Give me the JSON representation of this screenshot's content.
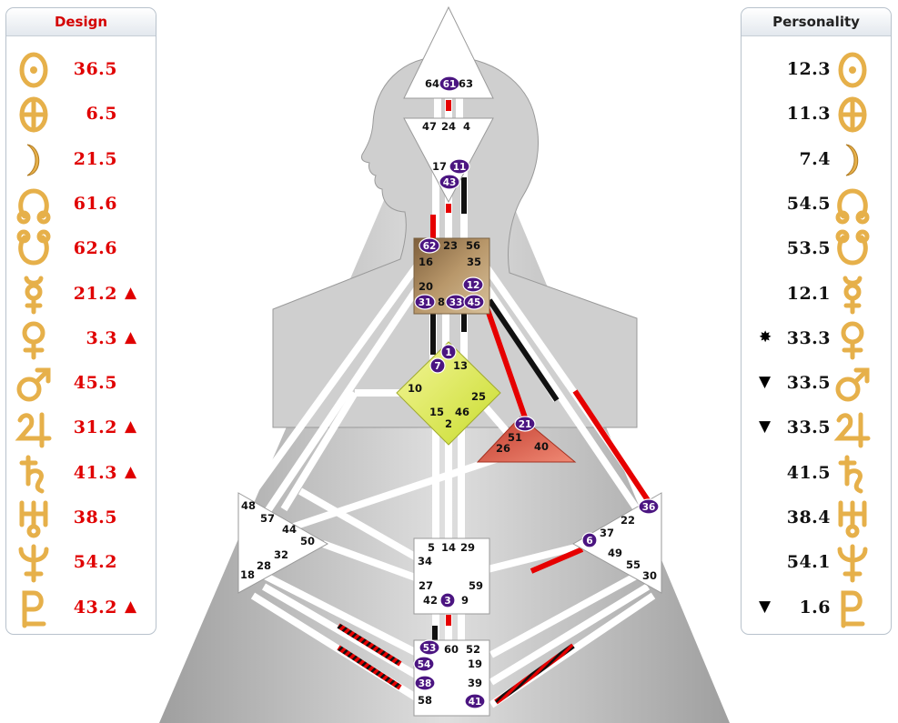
{
  "design": {
    "title": "Design",
    "rows": [
      {
        "planet": "sun-icon",
        "value": "36.5",
        "mark": ""
      },
      {
        "planet": "earth-icon",
        "value": "6.5",
        "mark": ""
      },
      {
        "planet": "moon-icon",
        "value": "21.5",
        "mark": ""
      },
      {
        "planet": "north-node-icon",
        "value": "61.6",
        "mark": ""
      },
      {
        "planet": "south-node-icon",
        "value": "62.6",
        "mark": ""
      },
      {
        "planet": "mercury-icon",
        "value": "21.2",
        "mark": "▲"
      },
      {
        "planet": "venus-icon",
        "value": "3.3",
        "mark": "▲"
      },
      {
        "planet": "mars-icon",
        "value": "45.5",
        "mark": ""
      },
      {
        "planet": "jupiter-icon",
        "value": "31.2",
        "mark": "▲"
      },
      {
        "planet": "saturn-icon",
        "value": "41.3",
        "mark": "▲"
      },
      {
        "planet": "uranus-icon",
        "value": "38.5",
        "mark": ""
      },
      {
        "planet": "neptune-icon",
        "value": "54.2",
        "mark": ""
      },
      {
        "planet": "pluto-icon",
        "value": "43.2",
        "mark": "▲"
      }
    ]
  },
  "personality": {
    "title": "Personality",
    "rows": [
      {
        "planet": "sun-icon",
        "value": "12.3",
        "mark": ""
      },
      {
        "planet": "earth-icon",
        "value": "11.3",
        "mark": ""
      },
      {
        "planet": "moon-icon",
        "value": "7.4",
        "mark": ""
      },
      {
        "planet": "north-node-icon",
        "value": "54.5",
        "mark": ""
      },
      {
        "planet": "south-node-icon",
        "value": "53.5",
        "mark": ""
      },
      {
        "planet": "mercury-icon",
        "value": "12.1",
        "mark": ""
      },
      {
        "planet": "venus-icon",
        "value": "33.3",
        "mark": "✸"
      },
      {
        "planet": "mars-icon",
        "value": "33.5",
        "mark": "▼"
      },
      {
        "planet": "jupiter-icon",
        "value": "33.5",
        "mark": "▼"
      },
      {
        "planet": "saturn-icon",
        "value": "41.5",
        "mark": ""
      },
      {
        "planet": "uranus-icon",
        "value": "38.4",
        "mark": ""
      },
      {
        "planet": "neptune-icon",
        "value": "54.1",
        "mark": ""
      },
      {
        "planet": "pluto-icon",
        "value": "1.6",
        "mark": "▼"
      }
    ]
  },
  "chart": {
    "gates": [
      {
        "n": "64",
        "center": "head",
        "active": false
      },
      {
        "n": "61",
        "center": "head",
        "active": true
      },
      {
        "n": "63",
        "center": "head",
        "active": false
      },
      {
        "n": "47",
        "center": "ajna",
        "active": false
      },
      {
        "n": "24",
        "center": "ajna",
        "active": false
      },
      {
        "n": "4",
        "center": "ajna",
        "active": false
      },
      {
        "n": "17",
        "center": "ajna",
        "active": false
      },
      {
        "n": "11",
        "center": "ajna",
        "active": true
      },
      {
        "n": "43",
        "center": "ajna",
        "active": true
      },
      {
        "n": "62",
        "center": "throat",
        "active": true
      },
      {
        "n": "23",
        "center": "throat",
        "active": false
      },
      {
        "n": "56",
        "center": "throat",
        "active": false
      },
      {
        "n": "16",
        "center": "throat",
        "active": false
      },
      {
        "n": "35",
        "center": "throat",
        "active": false
      },
      {
        "n": "20",
        "center": "throat",
        "active": false
      },
      {
        "n": "12",
        "center": "throat",
        "active": true
      },
      {
        "n": "31",
        "center": "throat",
        "active": true
      },
      {
        "n": "8",
        "center": "throat",
        "active": false
      },
      {
        "n": "33",
        "center": "throat",
        "active": true
      },
      {
        "n": "45",
        "center": "throat",
        "active": true
      },
      {
        "n": "1",
        "center": "g",
        "active": true
      },
      {
        "n": "7",
        "center": "g",
        "active": true
      },
      {
        "n": "13",
        "center": "g",
        "active": false
      },
      {
        "n": "10",
        "center": "g",
        "active": false
      },
      {
        "n": "25",
        "center": "g",
        "active": false
      },
      {
        "n": "15",
        "center": "g",
        "active": false
      },
      {
        "n": "46",
        "center": "g",
        "active": false
      },
      {
        "n": "2",
        "center": "g",
        "active": false
      },
      {
        "n": "21",
        "center": "heart",
        "active": true
      },
      {
        "n": "51",
        "center": "heart",
        "active": false
      },
      {
        "n": "26",
        "center": "heart",
        "active": false
      },
      {
        "n": "40",
        "center": "heart",
        "active": false
      },
      {
        "n": "48",
        "center": "spleen",
        "active": false
      },
      {
        "n": "57",
        "center": "spleen",
        "active": false
      },
      {
        "n": "44",
        "center": "spleen",
        "active": false
      },
      {
        "n": "50",
        "center": "spleen",
        "active": false
      },
      {
        "n": "32",
        "center": "spleen",
        "active": false
      },
      {
        "n": "28",
        "center": "spleen",
        "active": false
      },
      {
        "n": "18",
        "center": "spleen",
        "active": false
      },
      {
        "n": "36",
        "center": "solar-plexus",
        "active": true
      },
      {
        "n": "22",
        "center": "solar-plexus",
        "active": false
      },
      {
        "n": "37",
        "center": "solar-plexus",
        "active": false
      },
      {
        "n": "6",
        "center": "solar-plexus",
        "active": true
      },
      {
        "n": "49",
        "center": "solar-plexus",
        "active": false
      },
      {
        "n": "55",
        "center": "solar-plexus",
        "active": false
      },
      {
        "n": "30",
        "center": "solar-plexus",
        "active": false
      },
      {
        "n": "5",
        "center": "sacral",
        "active": false
      },
      {
        "n": "14",
        "center": "sacral",
        "active": false
      },
      {
        "n": "29",
        "center": "sacral",
        "active": false
      },
      {
        "n": "34",
        "center": "sacral",
        "active": false
      },
      {
        "n": "27",
        "center": "sacral",
        "active": false
      },
      {
        "n": "59",
        "center": "sacral",
        "active": false
      },
      {
        "n": "42",
        "center": "sacral",
        "active": false
      },
      {
        "n": "3",
        "center": "sacral",
        "active": true
      },
      {
        "n": "9",
        "center": "sacral",
        "active": false
      },
      {
        "n": "53",
        "center": "root",
        "active": true
      },
      {
        "n": "60",
        "center": "root",
        "active": false
      },
      {
        "n": "52",
        "center": "root",
        "active": false
      },
      {
        "n": "54",
        "center": "root",
        "active": true
      },
      {
        "n": "19",
        "center": "root",
        "active": false
      },
      {
        "n": "38",
        "center": "root",
        "active": true
      },
      {
        "n": "39",
        "center": "root",
        "active": false
      },
      {
        "n": "58",
        "center": "root",
        "active": false
      },
      {
        "n": "41",
        "center": "root",
        "active": true
      }
    ],
    "colors": {
      "design": "#e60000",
      "personality": "#111111",
      "gate_circle": "#4b1581",
      "throat": "#a88558",
      "g_center": "#e2e858",
      "heart": "#de5a45",
      "silhouette": "#c8c8c8",
      "pyramid": "#a3a3a3"
    }
  }
}
